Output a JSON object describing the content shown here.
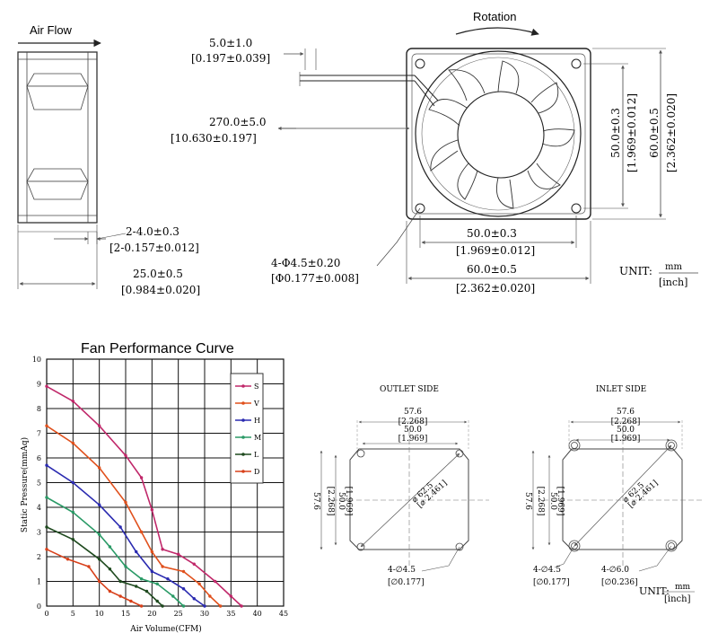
{
  "top": {
    "air_flow_label": "Air Flow",
    "rotation_label": "Rotation",
    "dim_lead_gap": "5.0±1.0",
    "dim_lead_gap_inch": "[0.197±0.039]",
    "dim_cable": "270.0±5.0",
    "dim_cable_inch": "[10.630±0.197]",
    "dim_flange": "2-4.0±0.3",
    "dim_flange_inch": "[2-0.157±0.012]",
    "dim_depth": "25.0±0.5",
    "dim_depth_inch": "[0.984±0.020]",
    "dim_hole": "4-Φ4.5±0.20",
    "dim_hole_inch": "[Φ0.177±0.008]",
    "dim_hole_spacing": "50.0±0.3",
    "dim_hole_spacing_inch": "[1.969±0.012]",
    "dim_frame": "60.0±0.5",
    "dim_frame_inch": "[2.362±0.020]",
    "dim_v_hole_spacing": "50.0±0.3",
    "dim_v_hole_spacing_inch": "[1.969±0.012]",
    "dim_v_frame": "60.0±0.5",
    "dim_v_frame_inch": "[2.362±0.020]",
    "unit_label": "UNIT:",
    "unit_mm": "mm",
    "unit_inch": "[inch]"
  },
  "outlet": {
    "title": "OUTLET SIDE",
    "w1": "57.6",
    "w1_inch": "[2.268]",
    "w2": "50.0",
    "w2_inch": "[1.969]",
    "h1": "57.6",
    "h1_inch": "[2.268]",
    "h2": "50.0",
    "h2_inch": "[1.969]",
    "diag": "⌀ 62.5",
    "diag_inch": "[⌀ 2.461]",
    "hole": "4-∅4.5",
    "hole_inch": "[∅0.177]"
  },
  "inlet": {
    "title": "INLET SIDE",
    "w1": "57.6",
    "w1_inch": "[2.268]",
    "w2": "50.0",
    "w2_inch": "[1.969]",
    "h1": "57.6",
    "h1_inch": "[2.268]",
    "h2": "50.0",
    "h2_inch": "[1.969]",
    "diag": "⌀ 62.5",
    "diag_inch": "[⌀ 2.461]",
    "hole_a": "4-∅4.5",
    "hole_a_inch": "[∅0.177]",
    "hole_b": "4-∅6.0",
    "hole_b_inch": "[∅0.236]",
    "unit_label": "UNIT:",
    "unit_mm": "mm",
    "unit_inch": "[inch]"
  },
  "chart_data": {
    "type": "line",
    "title": "Fan Performance Curve",
    "xlabel": "Air Volume(CFM)",
    "ylabel": "Static Pressure(mmAq)",
    "xlim": [
      0,
      45
    ],
    "ylim": [
      0,
      10
    ],
    "x_ticks": [
      "0",
      "5",
      "10",
      "15",
      "20",
      "25",
      "30",
      "35",
      "40",
      "45"
    ],
    "y_ticks": [
      "0",
      "1",
      "2",
      "3",
      "4",
      "5",
      "6",
      "7",
      "8",
      "9",
      "10"
    ],
    "grid": true,
    "legend_position": "top-right",
    "series": [
      {
        "name": "S",
        "color": "#c0286a",
        "points": [
          [
            0,
            8.9
          ],
          [
            5,
            8.3
          ],
          [
            10,
            7.3
          ],
          [
            15,
            6.1
          ],
          [
            18,
            5.2
          ],
          [
            20,
            3.9
          ],
          [
            22,
            2.3
          ],
          [
            25,
            2.1
          ],
          [
            28,
            1.7
          ],
          [
            32,
            1.0
          ],
          [
            35,
            0.4
          ],
          [
            37,
            0
          ]
        ]
      },
      {
        "name": "V",
        "color": "#e0501c",
        "points": [
          [
            0,
            7.3
          ],
          [
            5,
            6.6
          ],
          [
            10,
            5.6
          ],
          [
            15,
            4.2
          ],
          [
            18,
            3.0
          ],
          [
            20,
            2.2
          ],
          [
            22,
            1.6
          ],
          [
            26,
            1.4
          ],
          [
            29,
            0.9
          ],
          [
            31,
            0.4
          ],
          [
            33,
            0
          ]
        ]
      },
      {
        "name": "H",
        "color": "#2a2ab0",
        "points": [
          [
            0,
            5.7
          ],
          [
            5,
            5.0
          ],
          [
            10,
            4.1
          ],
          [
            14,
            3.2
          ],
          [
            17,
            2.2
          ],
          [
            20,
            1.4
          ],
          [
            23,
            1.1
          ],
          [
            26,
            0.7
          ],
          [
            28,
            0.3
          ],
          [
            30,
            0
          ]
        ]
      },
      {
        "name": "M",
        "color": "#2a9a66",
        "points": [
          [
            0,
            4.4
          ],
          [
            5,
            3.8
          ],
          [
            10,
            2.9
          ],
          [
            12,
            2.4
          ],
          [
            15,
            1.6
          ],
          [
            18,
            1.1
          ],
          [
            21,
            0.9
          ],
          [
            24,
            0.4
          ],
          [
            26,
            0
          ]
        ]
      },
      {
        "name": "L",
        "color": "#1f4a1f",
        "points": [
          [
            0,
            3.2
          ],
          [
            5,
            2.7
          ],
          [
            10,
            1.9
          ],
          [
            12,
            1.5
          ],
          [
            14,
            1.0
          ],
          [
            17,
            0.8
          ],
          [
            19,
            0.6
          ],
          [
            21,
            0.2
          ],
          [
            22,
            0
          ]
        ]
      },
      {
        "name": "D",
        "color": "#d8401a",
        "points": [
          [
            0,
            2.3
          ],
          [
            4,
            1.9
          ],
          [
            8,
            1.6
          ],
          [
            10,
            1.0
          ],
          [
            12,
            0.6
          ],
          [
            14,
            0.4
          ],
          [
            16,
            0.2
          ],
          [
            18,
            0
          ]
        ]
      }
    ]
  }
}
